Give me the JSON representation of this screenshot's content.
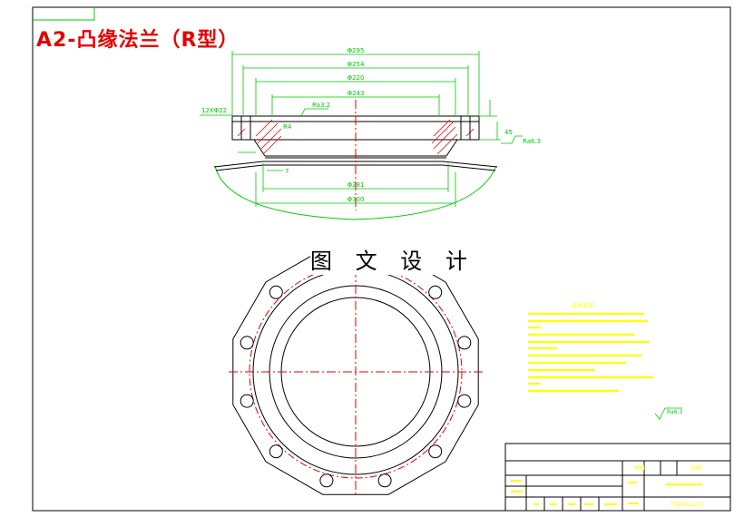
{
  "drawing": {
    "title": "A2-凸缘法兰（R型）",
    "watermark": "图 文 设 计",
    "dimensions": {
      "d295": "Φ295",
      "d254": "Φ254",
      "d220": "Φ220",
      "d243": "Φ243",
      "d281": "Φ281",
      "d300": "Φ300",
      "holes": "12XΦ22",
      "radius": "R4",
      "roughness_top": "Ra3.2",
      "roughness_side": "Ra6.3",
      "dim_7": "7",
      "dim_45": "45"
    },
    "notes_title": "技术要求",
    "title_block": {
      "material_hdr": "材料",
      "scale_hdr": "比例",
      "drawing_no": "TYA2012-01"
    },
    "colors": {
      "outline": "#000000",
      "dimension": "#00c800",
      "centerline": "#e60000",
      "hatch": "#e60000",
      "notes": "#ffff00"
    }
  }
}
